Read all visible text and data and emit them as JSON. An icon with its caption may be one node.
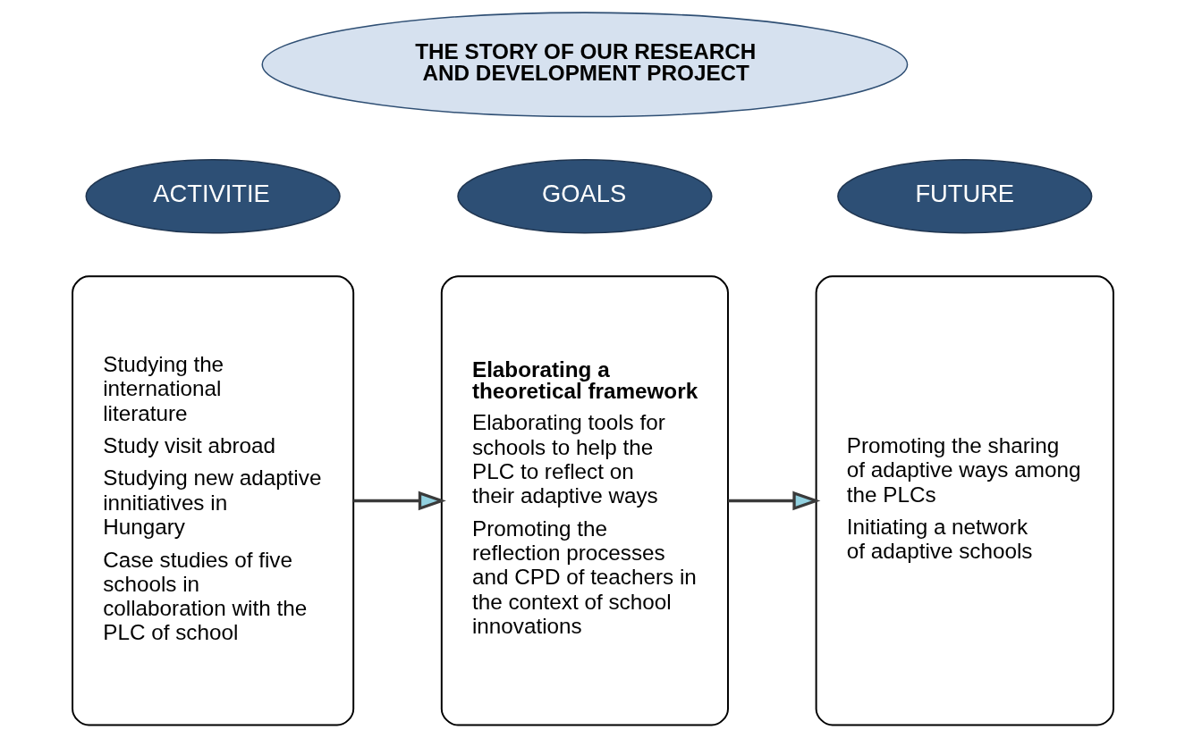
{
  "diagram": {
    "nodes": [
      {
        "text": [
          "THE STORY OF OUR RESEARCH AND DEVELOPMENT PROJECT"
        ]
      },
      {
        "text": [
          "ACTIVITIE"
        ]
      },
      {
        "text": [
          "GOALS"
        ]
      },
      {
        "text": [
          "FUTURE"
        ]
      },
      {
        "text": [
          "Studying the international literature",
          "Study visit abroad",
          "Studying new adaptive innitiatives in Hungary",
          "Case studies of five schools in collaboration with the PLC of school"
        ]
      },
      {
        "text": [
          "Elaborating a theoretical framework",
          "Elaborating tools for schools to help the PLC to reflect on their adaptive ways",
          "Promoting the reflection processes and CPD of teachers in the context of school innovations"
        ]
      },
      {
        "text": [
          "Promoting the sharing of adaptive ways among the PLCs",
          "Initiating a network of adaptive schools"
        ]
      }
    ],
    "edges": [
      {
        "from": 4,
        "to": 5,
        "arrow": "to"
      },
      {
        "from": 5,
        "to": 6,
        "arrow": "to"
      }
    ]
  }
}
